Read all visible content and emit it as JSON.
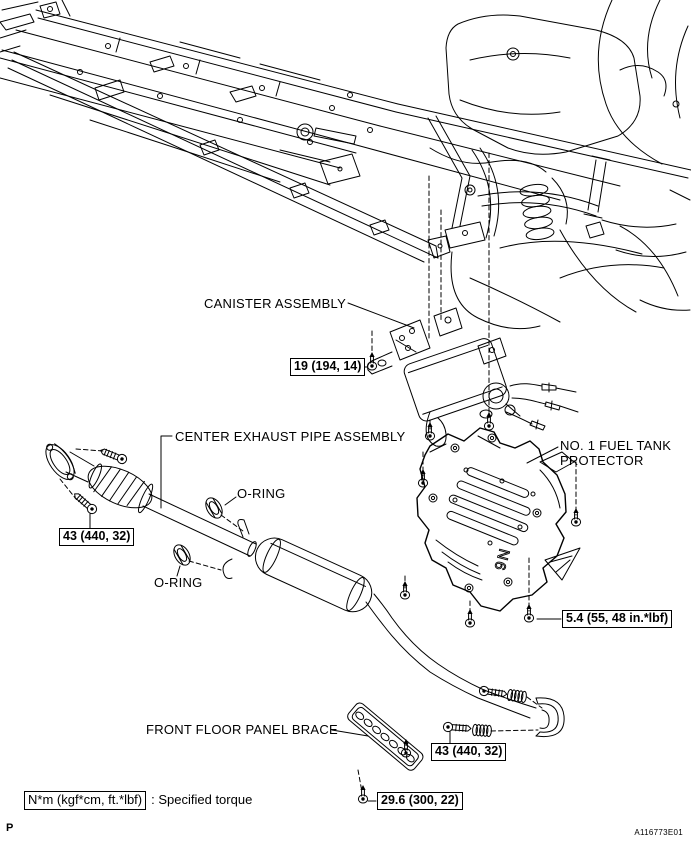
{
  "figure": {
    "page_letter": "P",
    "figure_code": "A116773E01"
  },
  "labels": {
    "canister_assembly": "CANISTER ASSEMBLY",
    "center_exhaust_pipe_assembly": "CENTER EXHAUST PIPE ASSEMBLY",
    "o_ring_upper": "O-RING",
    "o_ring_lower": "O-RING",
    "fuel_tank_protector_line1": "NO. 1 FUEL TANK",
    "fuel_tank_protector_line2": "PROTECTOR",
    "front_floor_panel_brace": "FRONT FLOOR PANEL BRACE"
  },
  "torque_specs": {
    "canister_bolt": "19 (194, 14)",
    "front_pipe_flange_bolt": "43 (440, 32)",
    "fuel_tank_protector_bolt": "5.4 (55, 48 in.*lbf)",
    "tailpipe_flange_bolt": "43 (440, 32)",
    "floor_brace_bolt": "29.6 (300, 22)"
  },
  "legend": {
    "unit_box": "N*m (kgf*cm, ft.*lbf)",
    "description": ": Specified torque"
  },
  "drawing": {
    "protector_stamp": "N6"
  },
  "colors": {
    "ink": "#000000",
    "background": "#ffffff"
  }
}
